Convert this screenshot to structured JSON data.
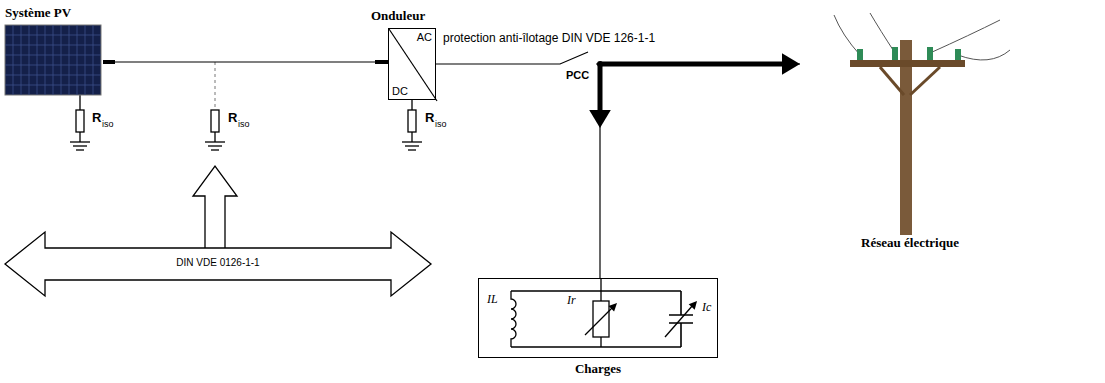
{
  "diagram": {
    "nodes": [
      {
        "text": [
          "Système PV"
        ]
      },
      {
        "text": [
          "Onduleur",
          "AC",
          "DC"
        ]
      },
      {
        "text": [
          "Réseau électrique"
        ]
      },
      {
        "text": [
          "Charges"
        ]
      },
      {
        "text": [
          "DIN VDE 0126-1-1"
        ]
      }
    ],
    "edges": [
      {
        "from": 0,
        "to": 1,
        "arrow": "none"
      },
      {
        "from": 1,
        "to": 2,
        "arrow": "to",
        "label": "protection anti-îlotage DIN VDE 126-1-1"
      },
      {
        "from": 1,
        "to": 3,
        "arrow": "to"
      }
    ],
    "labels": [
      "R",
      "iso",
      "R",
      "iso",
      "R",
      "iso",
      "PCC",
      "IL",
      "Ir",
      "Ic"
    ]
  }
}
